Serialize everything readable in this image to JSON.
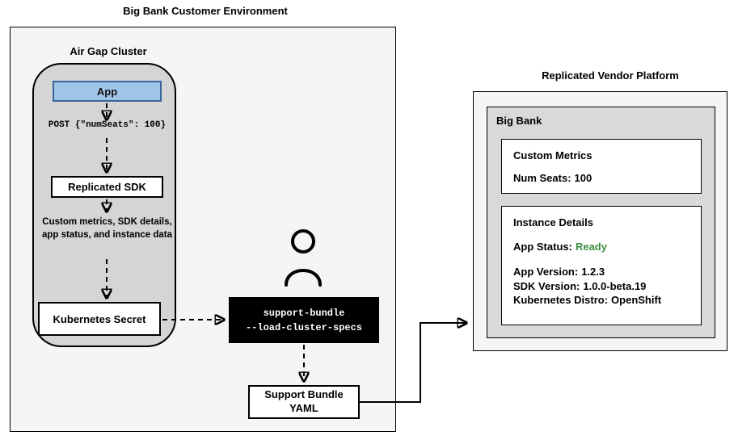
{
  "environment": {
    "title": "Big Bank Customer Environment",
    "air_gap_cluster": {
      "label": "Air Gap Cluster",
      "app_label": "App",
      "post_text": "POST {\"numSeats\": 100}",
      "sdk_label": "Replicated SDK",
      "metrics_note": "Custom metrics, SDK details, app status, and instance data",
      "secret_label": "Kubernetes Secret"
    }
  },
  "support": {
    "command_line1": "support-bundle",
    "command_line2": "--load-cluster-specs",
    "bundle_line1": "Support Bundle",
    "bundle_line2": "YAML"
  },
  "vendor_platform": {
    "title": "Replicated Vendor Platform",
    "customer": "Big Bank",
    "custom_metrics": {
      "title": "Custom Metrics",
      "num_seats_label": "Num Seats:",
      "num_seats_value": "100"
    },
    "instance_details": {
      "title": "Instance Details",
      "status_label": "App Status:",
      "status_value": "Ready",
      "rows": [
        {
          "label": "App Version:",
          "value": "1.2.3"
        },
        {
          "label": "SDK Version:",
          "value": "1.0.0-beta.19"
        },
        {
          "label": "Kubernetes Distro:",
          "value": "OpenShift"
        }
      ]
    }
  },
  "colors": {
    "app_fill": "#9fc5e8",
    "app_stroke": "#38659b",
    "cluster_fill": "#d5d5d5",
    "panel_fill": "#f5f5f5",
    "terminal_bg": "#000000",
    "terminal_fg": "#ffffff",
    "status_ready": "#3e8e41"
  }
}
